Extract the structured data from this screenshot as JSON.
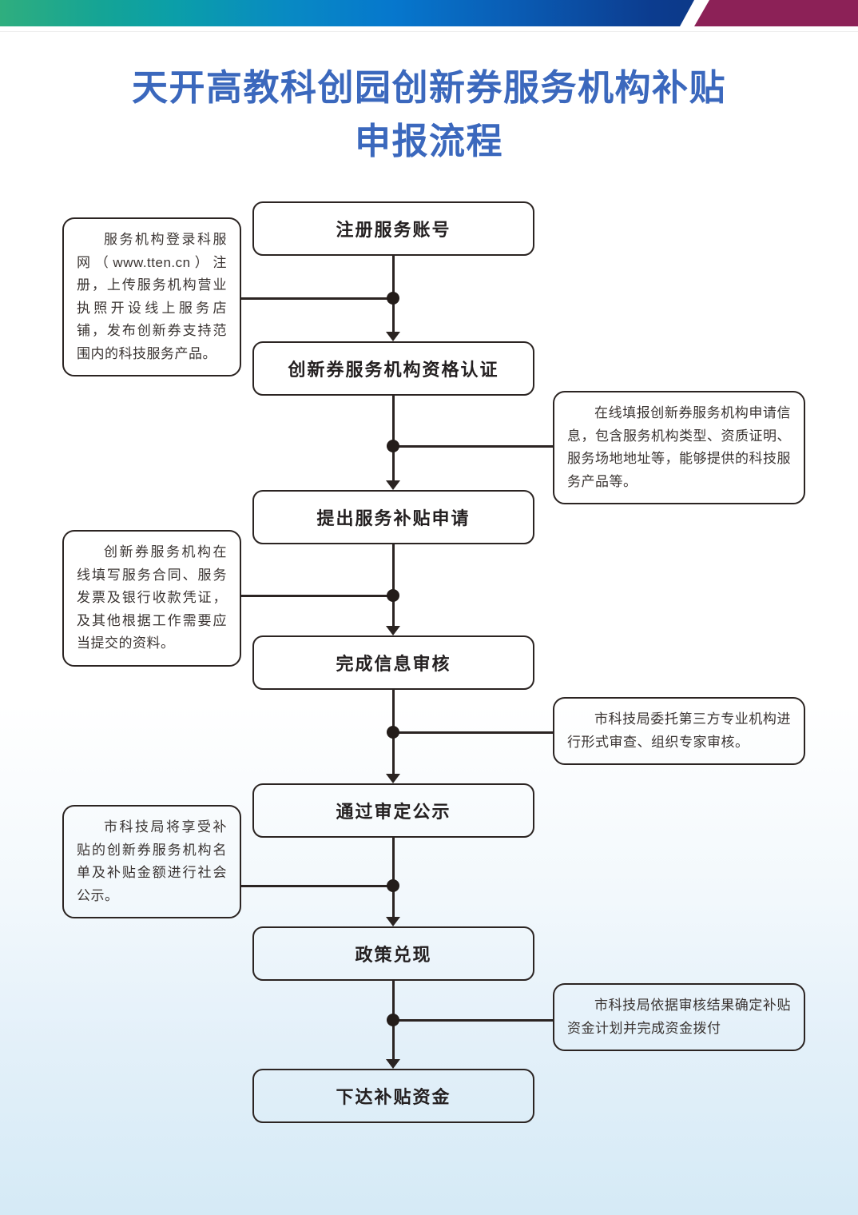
{
  "banner": {
    "gradient_colors": [
      "#2fae7e",
      "#0b9fa8",
      "#0889c4",
      "#0677cd",
      "#0c3c8f",
      "#0a2d70"
    ],
    "accent_color": "#8c2157"
  },
  "title": {
    "line1": "天开高教科创园创新券服务机构补贴",
    "line2": "申报流程",
    "color": "#3b68bd"
  },
  "flow": {
    "line_color": "#2b2422",
    "steps": [
      {
        "label": "注册服务账号"
      },
      {
        "label": "创新券服务机构资格认证"
      },
      {
        "label": "提出服务补贴申请"
      },
      {
        "label": "完成信息审核"
      },
      {
        "label": "通过审定公示"
      },
      {
        "label": "政策兑现"
      },
      {
        "label": "下达补贴资金"
      }
    ]
  },
  "annotations": {
    "left": [
      {
        "text": "服务机构登录科服网（www.tten.cn）注册，上传服务机构营业执照开设线上服务店铺，发布创新券支持范围内的科技服务产品。"
      },
      {
        "text": "创新券服务机构在线填写服务合同、服务发票及银行收款凭证，及其他根据工作需要应当提交的资料。"
      },
      {
        "text": "市科技局将享受补贴的创新券服务机构名单及补贴金额进行社会公示。"
      }
    ],
    "right": [
      {
        "text": "在线填报创新券服务机构申请信息，包含服务机构类型、资质证明、服务场地地址等，能够提供的科技服务产品等。"
      },
      {
        "text": "市科技局委托第三方专业机构进行形式审查、组织专家审核。"
      },
      {
        "text": "市科技局依据审核结果确定补贴资金计划并完成资金拨付"
      }
    ]
  },
  "background": {
    "top_color": "#ffffff",
    "bottom_color": "#d5eaf6"
  }
}
